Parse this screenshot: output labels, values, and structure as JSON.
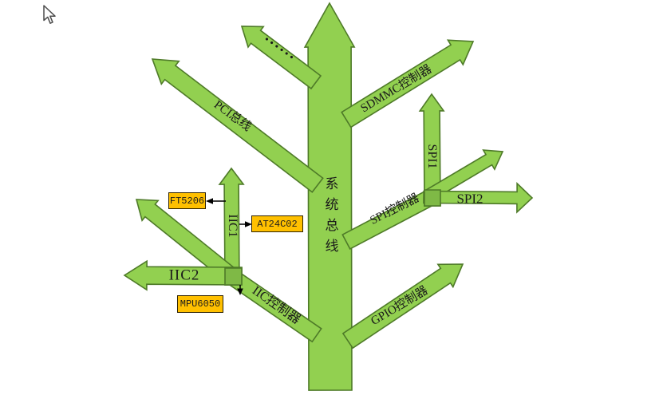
{
  "diagram": {
    "trunk_label": "系统总线",
    "branches": {
      "dots": "······",
      "pci": "PCI总线",
      "sdmmc": "SDMMC控制器",
      "spi_ctrl": "SPI控制器",
      "spi1": "SPI1",
      "spi2": "SPI2",
      "gpio": "GPIO控制器",
      "iic_ctrl": "IIC控制器",
      "iic1": "IIC1",
      "iic2": "IIC2"
    },
    "devices": {
      "ft5206": "FT5206",
      "at24c02": "AT24C02",
      "mpu6050": "MPU6050"
    },
    "colors": {
      "branch_fill": "#92d050",
      "branch_stroke": "#4e7a28",
      "junction_fill": "#7fb946",
      "device_fill": "#ffc000",
      "device_stroke": "#2e2200",
      "connector": "#000000"
    }
  }
}
